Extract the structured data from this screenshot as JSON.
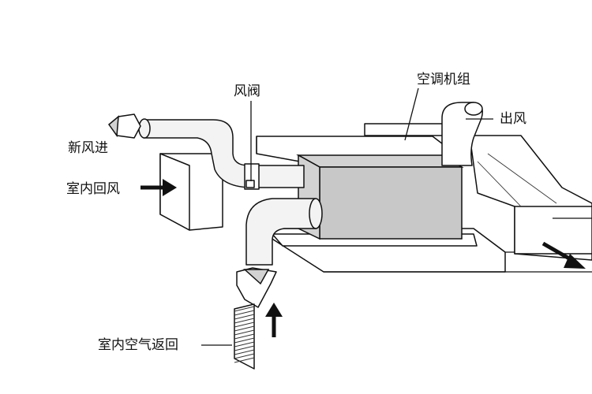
{
  "labels": {
    "fresh_air_in": "新风进",
    "damper": "风阀",
    "ac_unit": "空调机组",
    "air_out": "出风",
    "indoor_return": "室内回风",
    "indoor_air_return": "室内空气返回"
  },
  "colors": {
    "line": "#111111",
    "unit_fill": "#c8c8c8",
    "duct_fill": "#f3f3f3",
    "background": "#ffffff"
  }
}
